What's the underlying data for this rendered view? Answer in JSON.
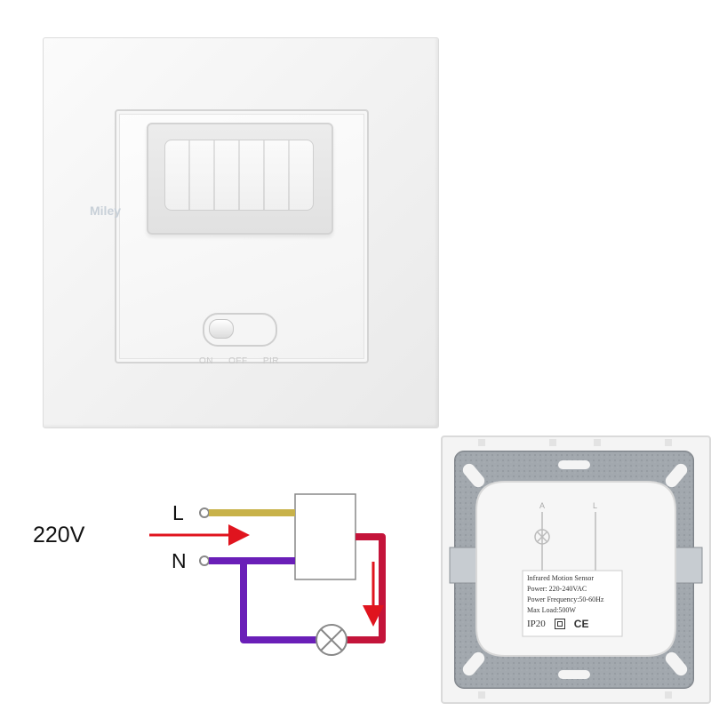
{
  "front_plate": {
    "watermark": "Miley",
    "switch_labels": [
      "ON",
      "OFF",
      "PIR"
    ]
  },
  "wiring": {
    "voltage": "220V",
    "line_label": "L",
    "neutral_label": "N",
    "colors": {
      "line_wire": "#c8b24a",
      "neutral_wire": "#6a1fb8",
      "load_wire": "#c4143a",
      "arrow": "#e0141e"
    }
  },
  "back_plate": {
    "terminal_a": "A",
    "terminal_l": "L",
    "label_lines": [
      "Infrared Motion Sensor",
      "Power: 220-240VAC",
      "Power Frequency:50-60Hz",
      "Max Load:500W"
    ],
    "ip_rating": "IP20",
    "ce_mark": "CE"
  }
}
